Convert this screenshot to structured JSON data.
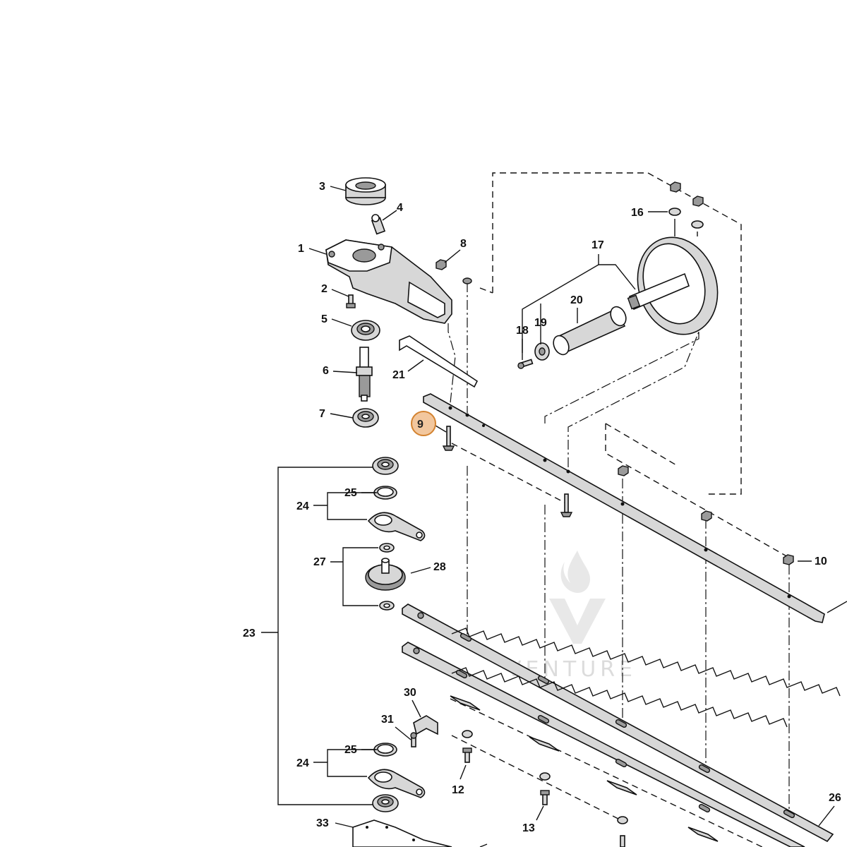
{
  "diagram": {
    "background": "#ffffff",
    "line_color": "#111111",
    "highlight_color": "#f2c79e",
    "highlight_border": "#d3822f",
    "selected_callout": "9",
    "callouts": [
      {
        "id": "c1",
        "label": "1"
      },
      {
        "id": "c2",
        "label": "2"
      },
      {
        "id": "c3",
        "label": "3"
      },
      {
        "id": "c4",
        "label": "4"
      },
      {
        "id": "c5",
        "label": "5"
      },
      {
        "id": "c6",
        "label": "6"
      },
      {
        "id": "c7",
        "label": "7"
      },
      {
        "id": "c8",
        "label": "8"
      },
      {
        "id": "c9",
        "label": "9"
      },
      {
        "id": "c10",
        "label": "10"
      },
      {
        "id": "c12",
        "label": "12"
      },
      {
        "id": "c13",
        "label": "13"
      },
      {
        "id": "c16",
        "label": "16"
      },
      {
        "id": "c17",
        "label": "17"
      },
      {
        "id": "c18",
        "label": "18"
      },
      {
        "id": "c19",
        "label": "19"
      },
      {
        "id": "c20",
        "label": "20"
      },
      {
        "id": "c21",
        "label": "21"
      },
      {
        "id": "c23",
        "label": "23"
      },
      {
        "id": "c24a",
        "label": "24"
      },
      {
        "id": "c24b",
        "label": "24"
      },
      {
        "id": "c25a",
        "label": "25"
      },
      {
        "id": "c25b",
        "label": "25"
      },
      {
        "id": "c26",
        "label": "26"
      },
      {
        "id": "c27",
        "label": "27"
      },
      {
        "id": "c28",
        "label": "28"
      },
      {
        "id": "c30",
        "label": "30"
      },
      {
        "id": "c31",
        "label": "31"
      },
      {
        "id": "c33",
        "label": "33"
      }
    ]
  },
  "watermark": {
    "text": "VENTURE",
    "color": "#d9d9d9"
  }
}
